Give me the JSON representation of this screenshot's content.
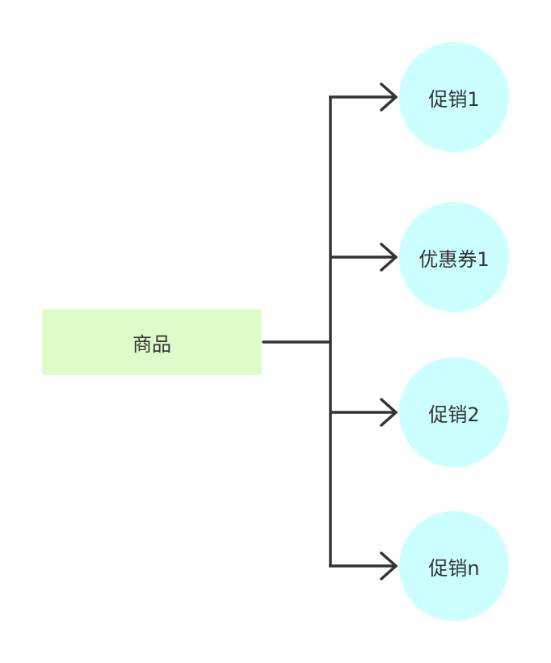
{
  "diagram": {
    "source": {
      "label": "商品"
    },
    "targets": [
      {
        "label": "促销1"
      },
      {
        "label": "优惠券1"
      },
      {
        "label": "促销2"
      },
      {
        "label": "促销n"
      }
    ]
  },
  "colors": {
    "source_fill": "#defcc9",
    "target_fill": "#ccffff",
    "connector_stroke": "#333333",
    "text": "#333333"
  }
}
